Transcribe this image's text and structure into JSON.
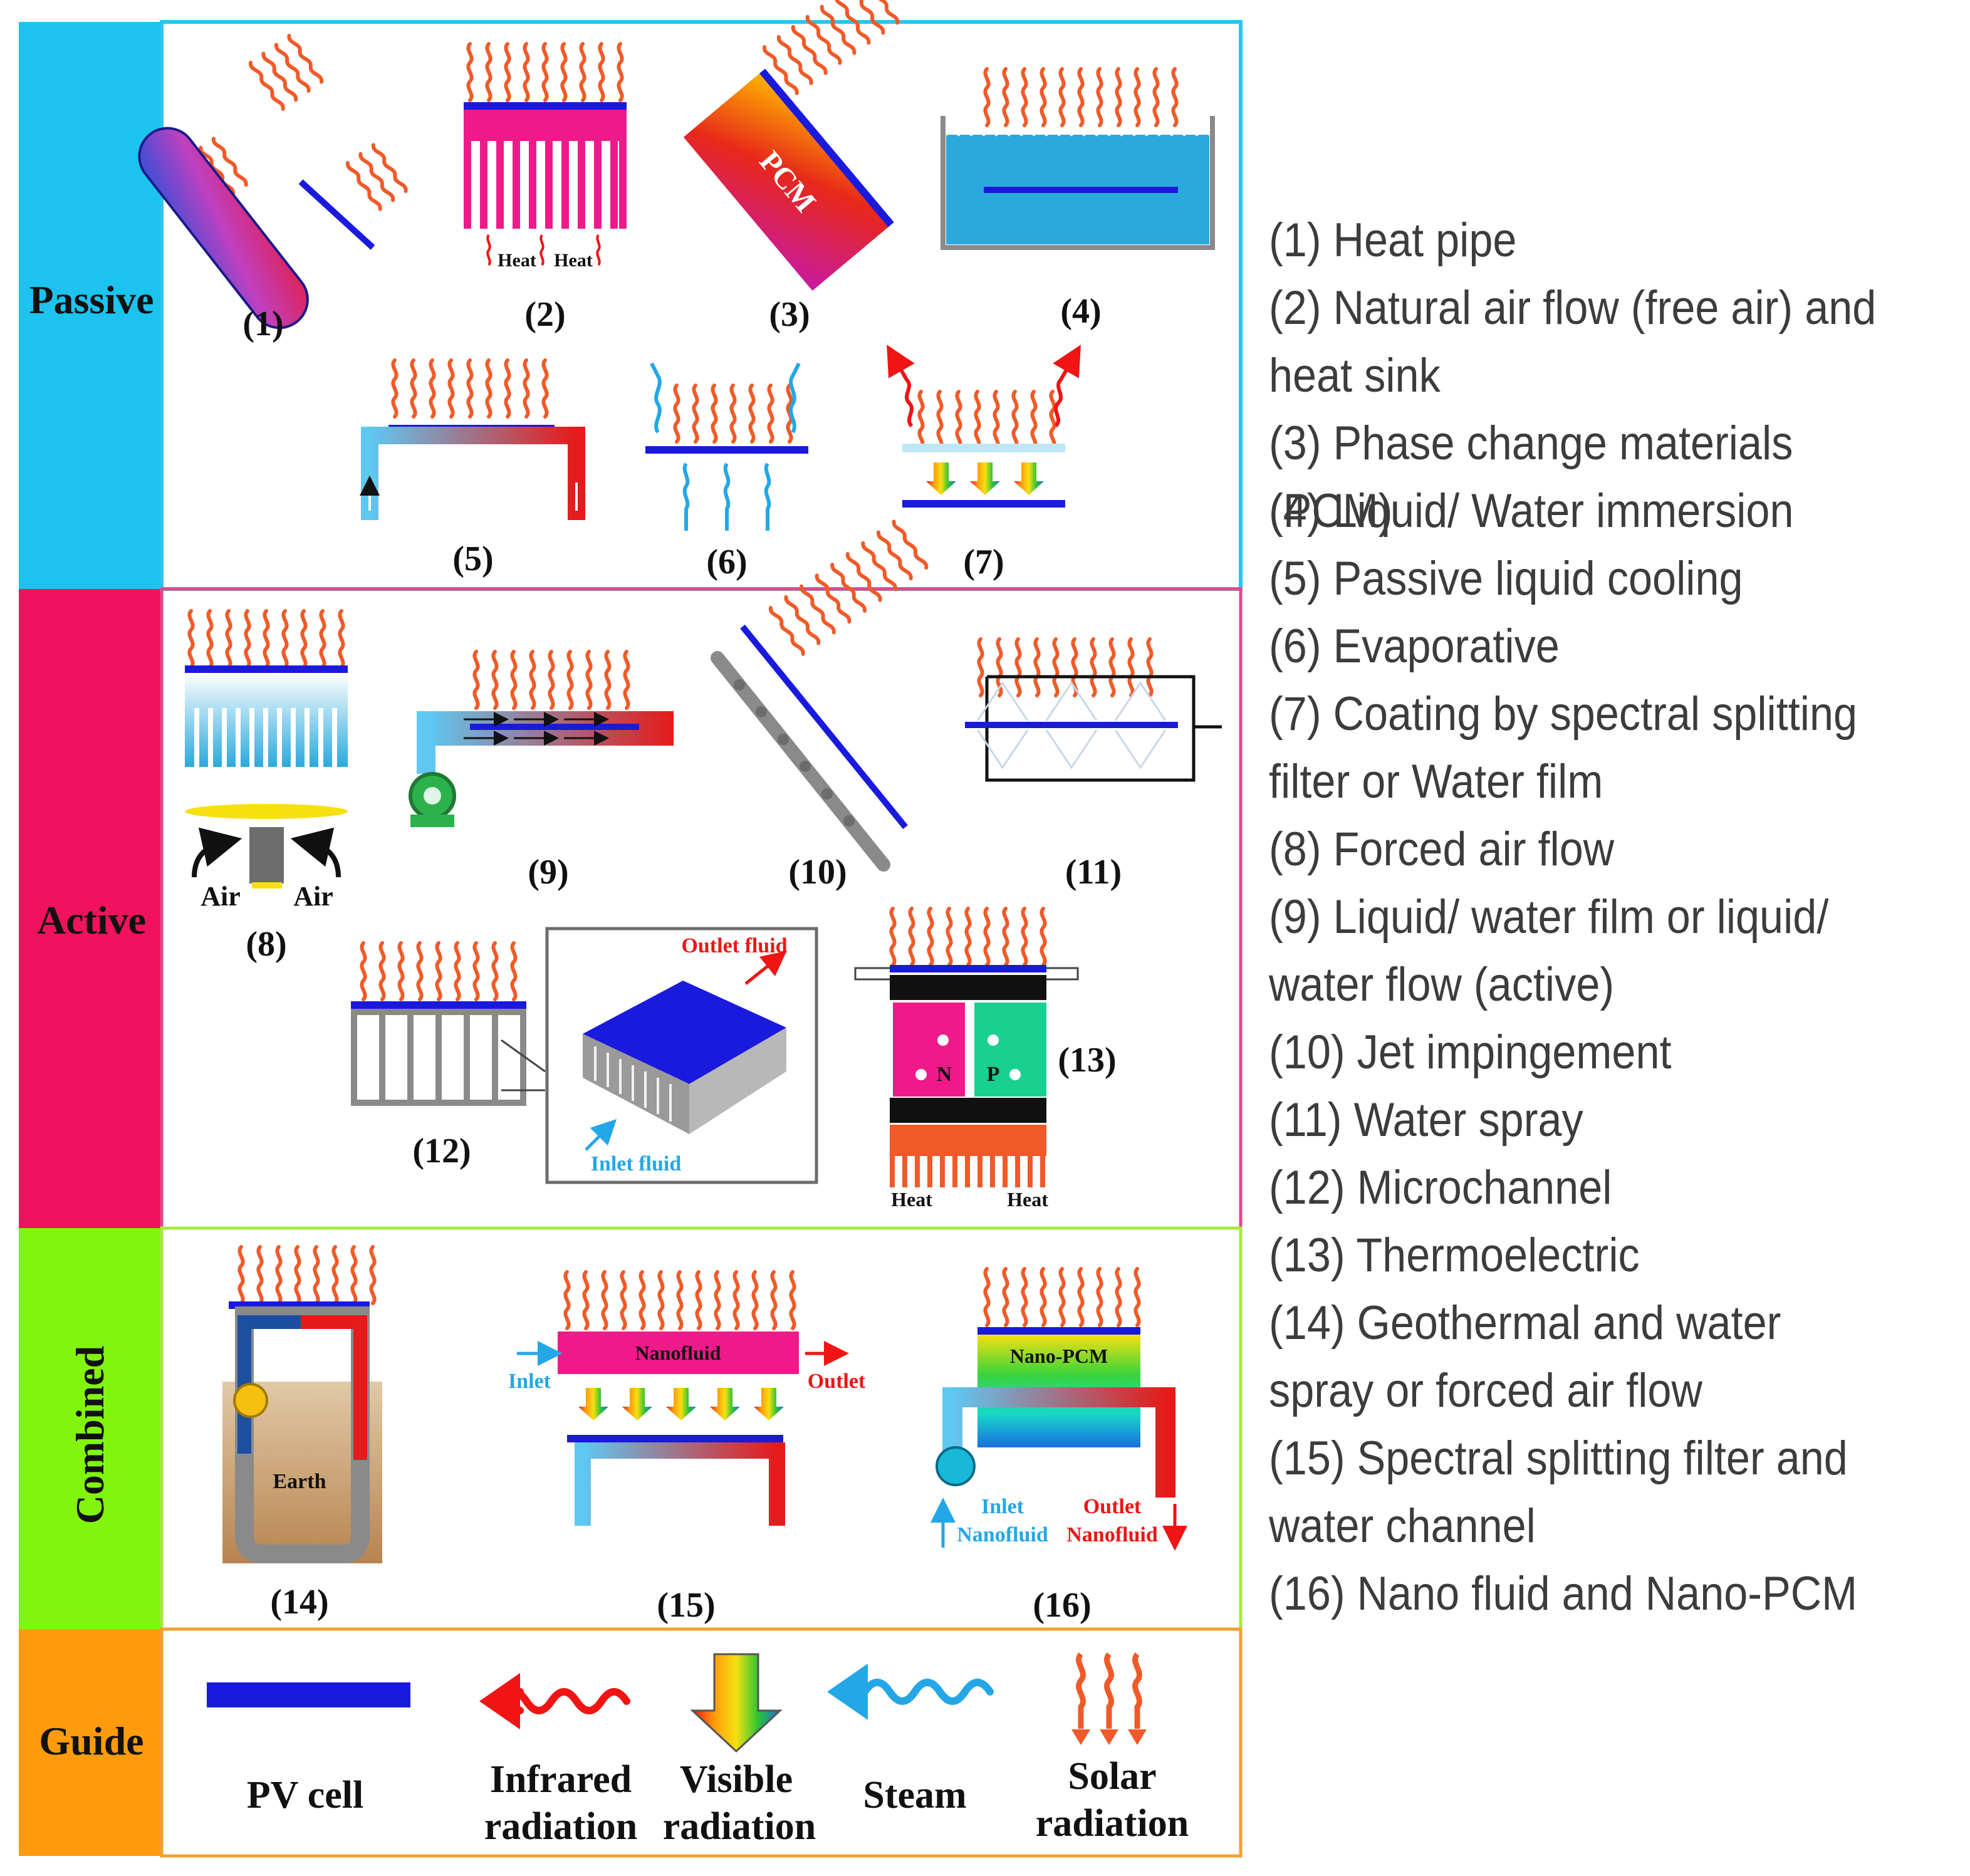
{
  "sections": {
    "passive": {
      "label": "Passive",
      "color": "#1cc3ee",
      "border": "#29c4ef"
    },
    "active": {
      "label": "Active",
      "color": "#f0125e",
      "border": "#e0488a"
    },
    "combined": {
      "label": "Combined",
      "color": "#82f50f",
      "border": "#a7ea3c"
    },
    "guide": {
      "label": "Guide",
      "color": "#ff9b0c",
      "border": "#f2a030"
    }
  },
  "numbers": {
    "n1": "(1)",
    "n2": "(2)",
    "n3": "(3)",
    "n4": "(4)",
    "n5": "(5)",
    "n6": "(6)",
    "n7": "(7)",
    "n8": "(8)",
    "n9": "(9)",
    "n10": "(10)",
    "n11": "(11)",
    "n12": "(12)",
    "n13": "(13)",
    "n14": "(14)",
    "n15": "(15)",
    "n16": "(16)"
  },
  "inner_labels": {
    "heat": "Heat",
    "pcm": "PCM",
    "air": "Air",
    "outlet_fluid": "Outlet fluid",
    "inlet_fluid": "Inlet fluid",
    "n_leg": "N",
    "p_leg": "P",
    "earth": "Earth",
    "nanofluid": "Nanofluid",
    "inlet": "Inlet",
    "outlet": "Outlet",
    "nano_pcm": "Nano-PCM",
    "inlet_nanofluid_1": "Inlet",
    "inlet_nanofluid_2": "Nanofluid",
    "outlet_nanofluid_1": "Outlet",
    "outlet_nanofluid_2": "Nanofluid"
  },
  "guide": {
    "pv_cell": "PV cell",
    "infrared_1": "Infrared",
    "infrared_2": "radiation",
    "visible_1": "Visible",
    "visible_2": "radiation",
    "steam": "Steam",
    "solar_1": "Solar",
    "solar_2": "radiation"
  },
  "legend": [
    "(1) Heat pipe",
    "(2) Natural air flow (free air) and heat sink",
    " (3) Phase change materials (PCM)",
    " (4) Liquid/ Water immersion",
    " (5) Passive liquid cooling",
    " (6) Evaporative",
    "(7) Coating by spectral splitting filter or Water film",
    "(8) Forced air flow",
    " (9) Liquid/ water film or liquid/ water flow (active)",
    "(10) Jet impingement",
    "(11) Water spray",
    "(12) Microchannel",
    "(13) Thermoelectric",
    "(14) Geothermal and water spray or forced air flow",
    "(15) Spectral splitting filter and water channel",
    "(16) Nano fluid and Nano-PCM"
  ],
  "colors": {
    "pv_cell": "#1a1adc",
    "solar_ray": "#f05a28",
    "infrared": "#f01414",
    "steam": "#23a7e6",
    "water": "#2aa9dd"
  }
}
